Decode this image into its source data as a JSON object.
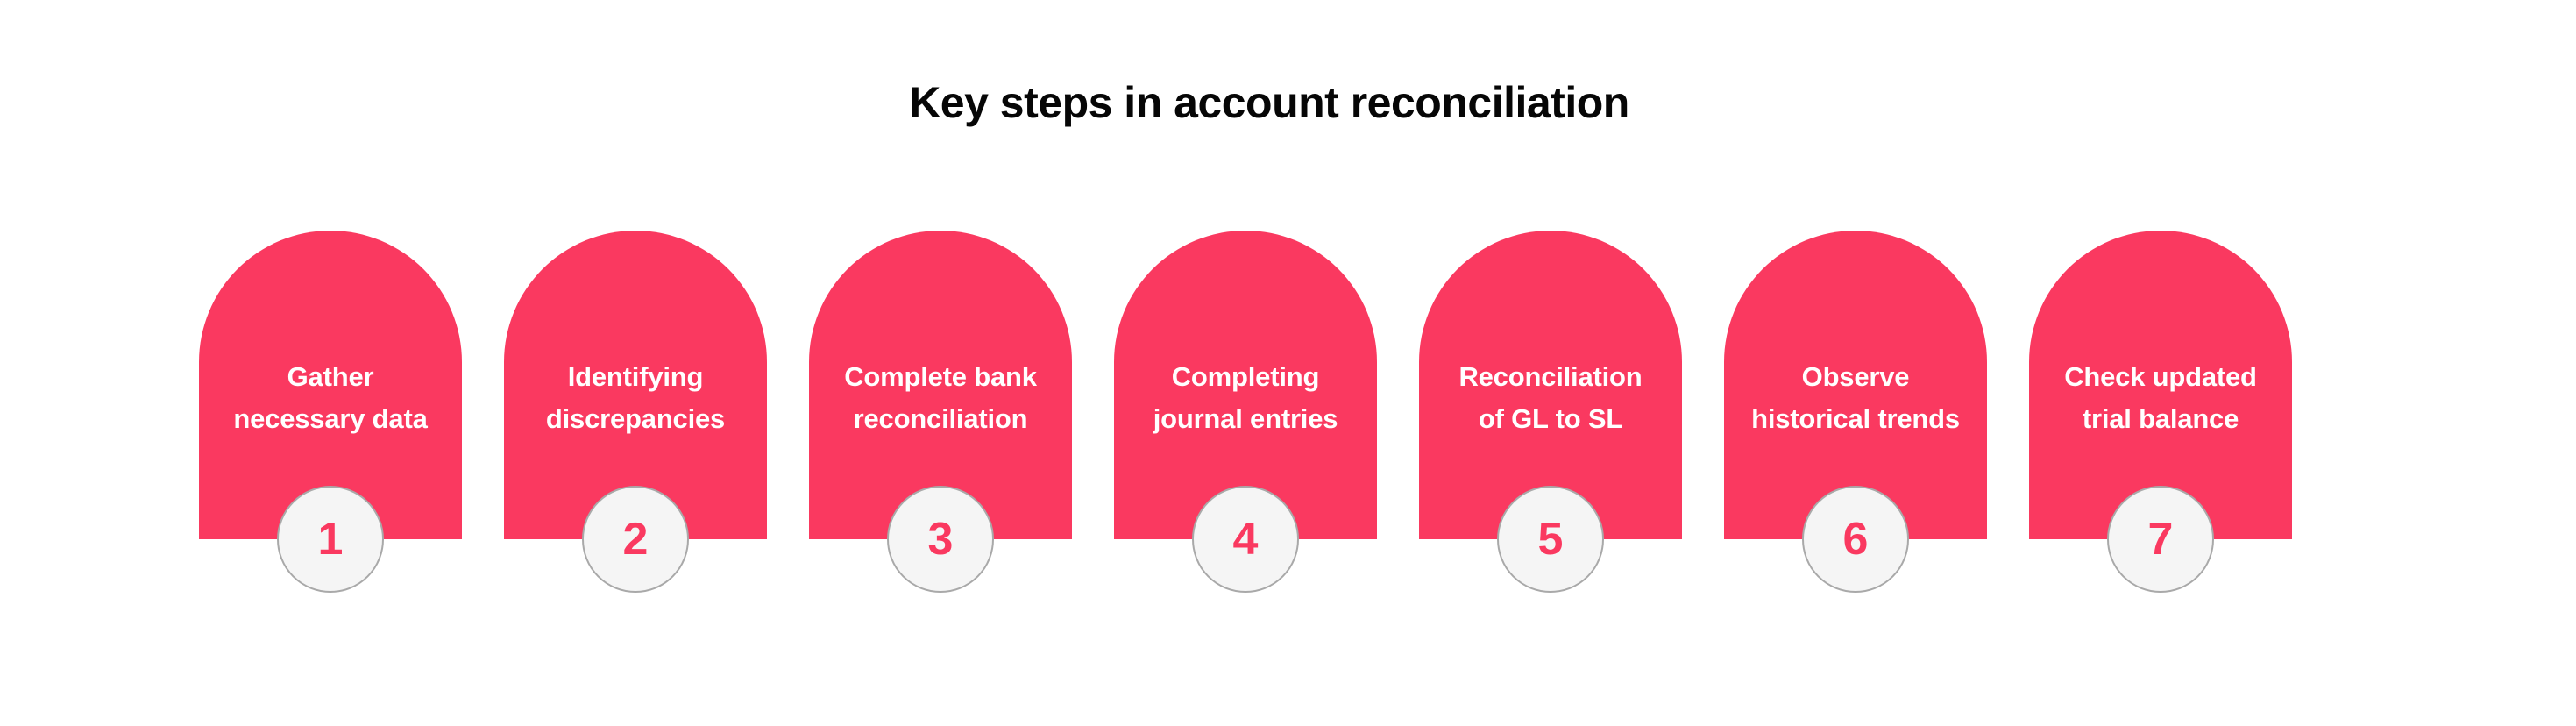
{
  "title": "Key steps in account reconciliation",
  "steps": [
    {
      "number": "1",
      "line1": "Gather",
      "line2": "necessary data"
    },
    {
      "number": "2",
      "line1": "Identifying",
      "line2": "discrepancies"
    },
    {
      "number": "3",
      "line1": "Complete bank",
      "line2": "reconciliation"
    },
    {
      "number": "4",
      "line1": "Completing",
      "line2": "journal entries"
    },
    {
      "number": "5",
      "line1": "Reconciliation",
      "line2": "of GL to SL"
    },
    {
      "number": "6",
      "line1": "Observe",
      "line2": "historical trends"
    },
    {
      "number": "7",
      "line1": "Check updated",
      "line2": "trial balance"
    }
  ],
  "colors": {
    "card_pink": "#FA3960",
    "number_pink": "#FA3960",
    "circle_fill": "#F5F5F5",
    "circle_border": "#A9A9A9",
    "title_color": "#060606",
    "card_text": "#FFFFFF",
    "background": "#FFFFFF"
  }
}
